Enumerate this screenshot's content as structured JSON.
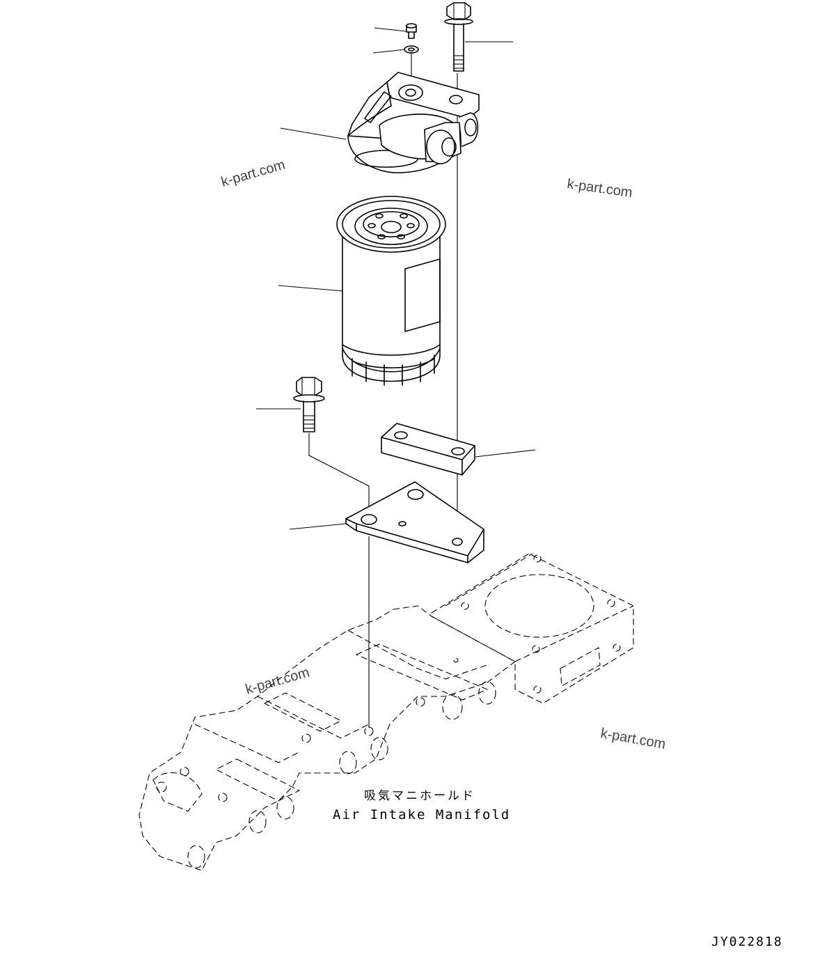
{
  "caption": {
    "japanese": "吸気マニホールド",
    "english": "Air Intake Manifold"
  },
  "drawing_code": "JY022818",
  "watermarks": [
    "k-part.com",
    "k-part.com",
    "k-part.com",
    "k-part.com"
  ]
}
